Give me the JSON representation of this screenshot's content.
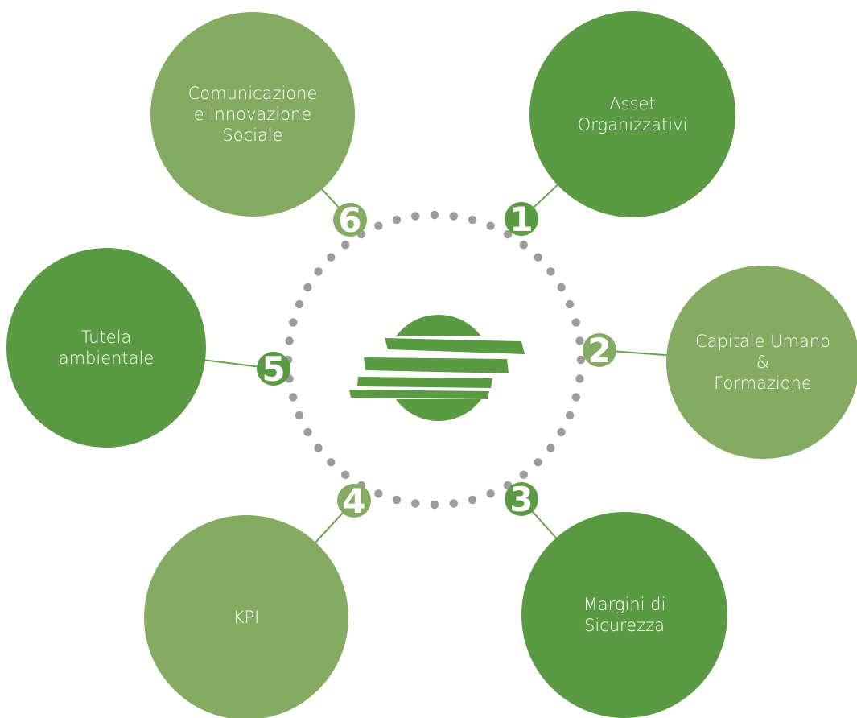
{
  "colors": {
    "dark_green": "#5a9a42",
    "light_green": "#85ab62",
    "dots": "#9c9c9c",
    "connector": "#6aa24f",
    "text": "#ffffff"
  },
  "center_icon": "striped-globe-logo",
  "nodes": [
    {
      "id": "asset-organizzativi",
      "number": "1",
      "lines": [
        "Asset",
        "Organizzativi"
      ],
      "shade": "dark"
    },
    {
      "id": "capitale-umano",
      "number": "2",
      "lines": [
        "Capitale Umano",
        "&",
        "Formazione"
      ],
      "shade": "light"
    },
    {
      "id": "margini-di-sicurezza",
      "number": "3",
      "lines": [
        "Margini di",
        "Sicurezza"
      ],
      "shade": "dark"
    },
    {
      "id": "kpi",
      "number": "4",
      "lines": [
        "KPI"
      ],
      "shade": "light"
    },
    {
      "id": "tutela-ambientale",
      "number": "5",
      "lines": [
        "Tutela",
        "ambientale"
      ],
      "shade": "dark"
    },
    {
      "id": "comunicazione",
      "number": "6",
      "lines": [
        "Comunicazione",
        "e Innovazione",
        "Sociale"
      ],
      "shade": "light"
    }
  ]
}
